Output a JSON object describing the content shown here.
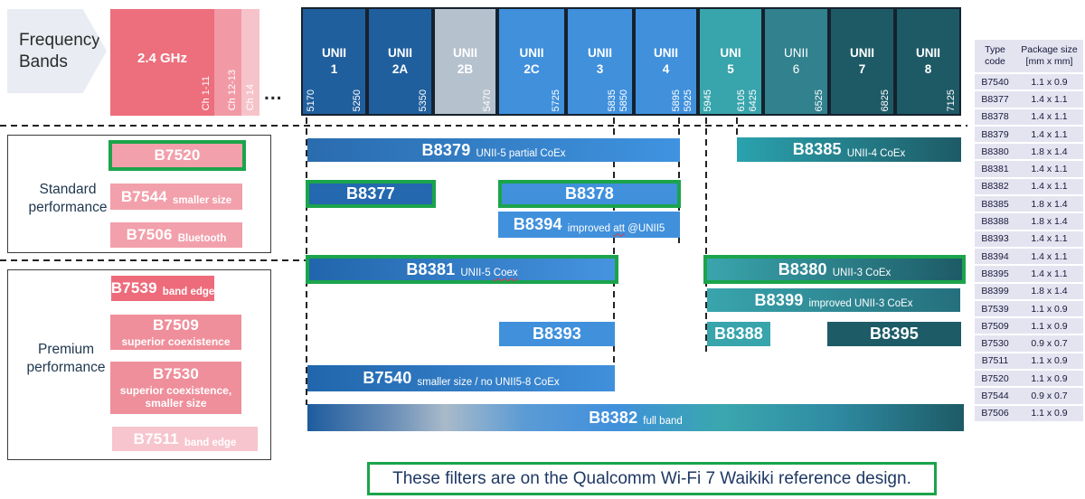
{
  "header": {
    "label": "Frequency Bands",
    "band_24ghz": {
      "title": "2.4 GHz",
      "segments": [
        {
          "label": "Ch 1-11",
          "color": "#ed6e7c"
        },
        {
          "label": "Ch 12-13",
          "color": "#f19aa6"
        },
        {
          "label": "Ch 14",
          "color": "#f6c3ca"
        }
      ]
    },
    "ellipsis": "...",
    "unii_bands": [
      {
        "name": "UNII",
        "num": "1",
        "left_freq": "5170",
        "right_freqs": [
          "5250"
        ],
        "color": "#205f9e"
      },
      {
        "name": "UNII",
        "num": "2A",
        "right_freqs": [
          "5350"
        ],
        "color": "#205f9e"
      },
      {
        "name": "UNII",
        "num": "2B",
        "right_freqs": [
          "5470"
        ],
        "color": "#b6c1ce"
      },
      {
        "name": "UNII",
        "num": "2C",
        "right_freqs": [
          "5725"
        ],
        "color": "#4090dc"
      },
      {
        "name": "UNII",
        "num": "3",
        "right_freqs": [
          "5835",
          "5850"
        ],
        "color": "#4090dc"
      },
      {
        "name": "UNII",
        "num": "4",
        "right_freqs": [
          "5895",
          "5925"
        ],
        "color": "#4090dc"
      },
      {
        "name": "UNI",
        "num": "5",
        "left_freq": "5945",
        "right_freqs": [
          "6105",
          "6425"
        ],
        "color": "#38a4ac"
      },
      {
        "name": "UNII",
        "num": "6",
        "right_freqs": [
          "6525"
        ],
        "color": "#31818e",
        "light": true
      },
      {
        "name": "UNII",
        "num": "7",
        "right_freqs": [
          "6825"
        ],
        "color": "#1e5a66"
      },
      {
        "name": "UNII",
        "num": "8",
        "right_freqs": [
          "7125"
        ],
        "color": "#1e5a66"
      }
    ]
  },
  "groups": {
    "standard": {
      "label": "Standard performance",
      "items": [
        {
          "code": "B7520",
          "highlighted": true,
          "color": "#f2a0ab"
        },
        {
          "code": "B7544",
          "note": "smaller size",
          "color": "#f2a0ab"
        },
        {
          "code": "B7506",
          "note": "Bluetooth",
          "color": "#f2a0ab"
        }
      ]
    },
    "premium": {
      "label": "Premium performance",
      "items": [
        {
          "code": "B7539",
          "note": "band edge",
          "color": "#ed6b7b"
        },
        {
          "code": "B7509",
          "note": "superior coexistence",
          "stacked": true,
          "color": "#ef8f9b"
        },
        {
          "code": "B7530",
          "note": "superior coexistence,\nsmaller size",
          "stacked": true,
          "color": "#ef8f9b"
        },
        {
          "code": "B7511",
          "note": "band edge",
          "color": "#f7c5cd"
        }
      ]
    }
  },
  "filters": [
    {
      "code": "B8379",
      "note": "UNII-5 partial CoEx",
      "color": "#2a6cae",
      "color_end": "#3f93e0"
    },
    {
      "code": "B8385",
      "note": "UNII-4 CoEx",
      "color": "#2ba2af",
      "color_end": "#1d5b66"
    },
    {
      "code": "B8377",
      "highlighted": true,
      "color": "#2468af"
    },
    {
      "code": "B8378",
      "highlighted": true,
      "color": "#4090dc"
    },
    {
      "code": "B8394",
      "note": "improved att @UNII5",
      "misspelled": "att",
      "color": "#4090dc"
    },
    {
      "code": "B8381",
      "note": "UNII-5 Coex",
      "misspelled": "Coex",
      "highlighted": true,
      "color": "#2166ac",
      "color_end": "#4693e0"
    },
    {
      "code": "B8380",
      "note": "UNII-3 CoEx",
      "highlighted": true,
      "color": "#3aa5ad",
      "color_end": "#1d5b66"
    },
    {
      "code": "B8399",
      "note": "improved UNII-3 CoEx",
      "color": "#39a5ad",
      "color_end": "#256f7d"
    },
    {
      "code": "B8393",
      "color": "#4090dc"
    },
    {
      "code": "B8388",
      "color": "#38a4ac"
    },
    {
      "code": "B8395",
      "color": "#1d5b66"
    },
    {
      "code": "B7540",
      "note": "smaller size / no UNII5-8 CoEx",
      "color": "#2166ac",
      "color_end": "#4090dc"
    },
    {
      "code": "B8382",
      "note": "full band",
      "color_stops": [
        "#1e5c9e",
        "#6b8fb8 13%",
        "#a9bac9 21%",
        "#5b9bd5 33%",
        "#4090dc 47%",
        "#3aa7ae 63%",
        "#2f8ba3 80%",
        "#1d5b66"
      ]
    }
  ],
  "table": {
    "headers": [
      "Type\ncode",
      "Package size\n[mm x mm]"
    ],
    "rows": [
      [
        "B7540",
        "1.1 x 0.9"
      ],
      [
        "B8377",
        "1.4 x 1.1"
      ],
      [
        "B8378",
        "1.4 x 1.1"
      ],
      [
        "B8379",
        "1.4 x 1.1"
      ],
      [
        "B8380",
        "1.8 x 1.4"
      ],
      [
        "B8381",
        "1.4 x 1.1"
      ],
      [
        "B8382",
        "1.4 x 1.1"
      ],
      [
        "B8385",
        "1.8 x 1.4"
      ],
      [
        "B8388",
        "1.8 x 1.4"
      ],
      [
        "B8393",
        "1.4 x 1.1"
      ],
      [
        "B8394",
        "1.4 x 1.1"
      ],
      [
        "B8395",
        "1.4 x 1.1"
      ],
      [
        "B8399",
        "1.8 x 1.4"
      ],
      [
        "B7539",
        "1.1 x 0.9"
      ],
      [
        "B7509",
        "1.1 x 0.9"
      ],
      [
        "B7530",
        "0.9 x 0.7"
      ],
      [
        "B7511",
        "1.1 x 0.9"
      ],
      [
        "B7520",
        "1.1 x 0.9"
      ],
      [
        "B7544",
        "0.9 x 0.7"
      ],
      [
        "B7506",
        "1.1 x 0.9"
      ]
    ]
  },
  "footnote": "These filters are on the Qualcomm Wi-Fi 7 Waikiki reference design.",
  "accent_colors": {
    "highlight_green": "#1ba44b",
    "navy_text": "#1f3864"
  }
}
